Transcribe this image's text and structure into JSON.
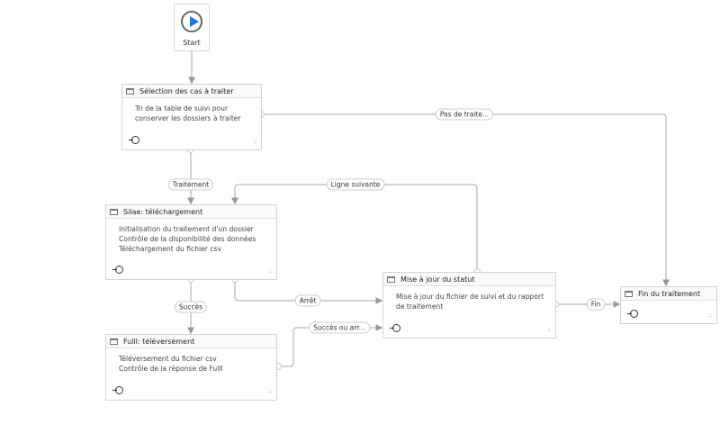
{
  "start": {
    "label": "Start",
    "icon": "play-icon",
    "accent": "#1e7ad8"
  },
  "states": [
    {
      "title": "Sélection des cas à traiter",
      "lines": [
        "Tri de la table de suivi pour",
        "conserver les dossiers à traiter"
      ]
    },
    {
      "title": "Silae: téléchargement",
      "lines": [
        "Initialisation du traitement d'un dossier",
        "Contrôle de la disponibilité des données",
        "Téléchargement du fichier csv"
      ]
    },
    {
      "title": "Fulll: téléversement",
      "lines": [
        "Téléversement du fichier csv",
        "Contrôle de la réponse de Fulll"
      ]
    },
    {
      "title": "Mise à jour du statut",
      "lines": [
        "Mise à jour du fichier de suivi et du rapport",
        "de traitement"
      ]
    },
    {
      "title": "Fin du traitement",
      "lines": []
    }
  ],
  "transitions": [
    "Traitement",
    "Pas de traite...",
    "Ligne suivante",
    "Succès",
    "Arrêt",
    "Succès ou arr...",
    "Fin"
  ]
}
